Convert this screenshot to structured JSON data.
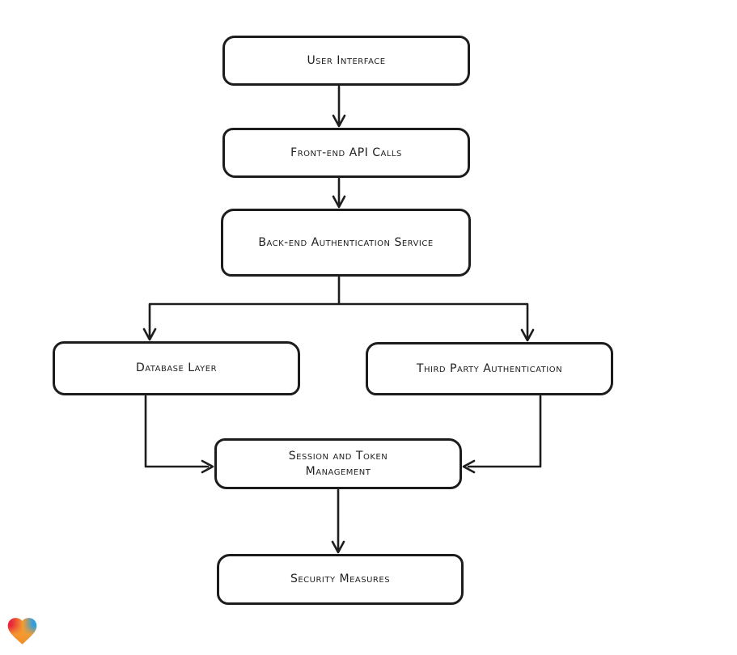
{
  "diagram": {
    "type": "flowchart",
    "style": "hand-drawn",
    "nodes": [
      {
        "id": "user-interface",
        "label": "User Interface"
      },
      {
        "id": "front-end-api-calls",
        "label": "Front-end API Calls"
      },
      {
        "id": "back-end-authentication-service",
        "label": "Back-end Authentication Service"
      },
      {
        "id": "database-layer",
        "label": "Database Layer"
      },
      {
        "id": "third-party-authentication",
        "label": "Third Party Authentication"
      },
      {
        "id": "session-and-token-management",
        "label": "Session and Token Management"
      },
      {
        "id": "security-measures",
        "label": "Security Measures"
      }
    ],
    "edges": [
      {
        "from": "user-interface",
        "to": "front-end-api-calls"
      },
      {
        "from": "front-end-api-calls",
        "to": "back-end-authentication-service"
      },
      {
        "from": "back-end-authentication-service",
        "to": "database-layer"
      },
      {
        "from": "back-end-authentication-service",
        "to": "third-party-authentication"
      },
      {
        "from": "database-layer",
        "to": "session-and-token-management"
      },
      {
        "from": "third-party-authentication",
        "to": "session-and-token-management"
      },
      {
        "from": "session-and-token-management",
        "to": "security-measures"
      }
    ],
    "colors": {
      "stroke": "#1d1d1d",
      "node_fill": "#ffffff",
      "background": "#ffffff",
      "text": "#1f1f1f"
    }
  },
  "logo": {
    "name": "heart-logo",
    "colors": {
      "red": "#e8263c",
      "orange": "#f59b2f",
      "blue": "#2f9fe0"
    }
  }
}
